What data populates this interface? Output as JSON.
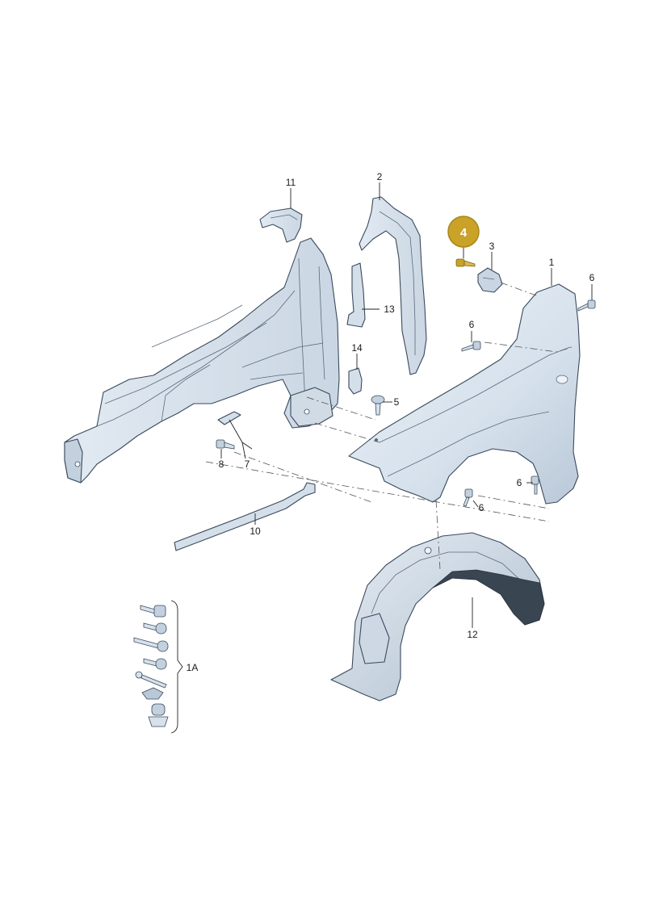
{
  "callouts": {
    "p1": "1",
    "p2": "2",
    "p3": "3",
    "p4": "4",
    "p5": "5",
    "p6a": "6",
    "p6b": "6",
    "p6c": "6",
    "p6d": "6",
    "p7": "7",
    "p8": "8",
    "p10": "10",
    "p11": "11",
    "p12": "12",
    "p13": "13",
    "p14": "14",
    "p1a": "1A"
  },
  "colors": {
    "part_fill": "#dde6f0",
    "part_shade": "#c3d0de",
    "highlight": "#c9a227"
  }
}
